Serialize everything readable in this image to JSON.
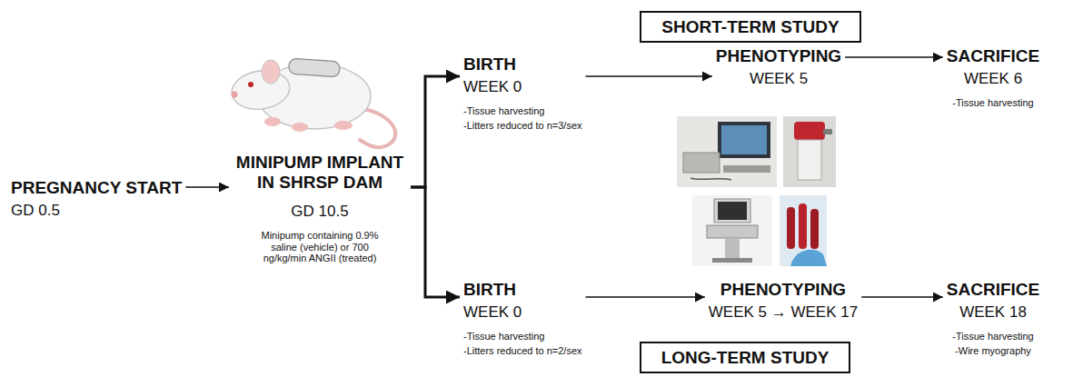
{
  "diagram": {
    "nodes": [
      {
        "text": [
          "PREGNANCY START",
          "GD 0.5"
        ]
      },
      {
        "text": [
          "MINIPUMP IMPLANT IN SHRSP DAM",
          "GD 10.5",
          "Minipump containing 0.9% saline (vehicle) or 700 ng/kg/min ANGII (treated)"
        ]
      },
      {
        "text": [
          "SHORT-TERM STUDY"
        ]
      },
      {
        "text": [
          "BIRTH",
          "WEEK 0",
          "-Tissue harvesting",
          "-Litters reduced to n=3/sex"
        ]
      },
      {
        "text": [
          "PHENOTYPING",
          "WEEK 5"
        ]
      },
      {
        "text": [
          "SACRIFICE",
          "WEEK 6",
          "-Tissue harvesting"
        ]
      },
      {
        "text": [
          "BIRTH",
          "WEEK 0",
          "-Tissue harvesting",
          "-Litters reduced to n=2/sex"
        ]
      },
      {
        "text": [
          "PHENOTYPING",
          "WEEK 5 → WEEK 17"
        ]
      },
      {
        "text": [
          "SACRIFICE",
          "WEEK 18",
          "-Tissue harvesting",
          "-Wire myography"
        ]
      },
      {
        "text": [
          "LONG-TERM STUDY"
        ]
      }
    ],
    "edges": [
      {
        "from": 0,
        "to": 1,
        "arrow": "to"
      },
      {
        "from": 1,
        "to": 3,
        "arrow": "to"
      },
      {
        "from": 1,
        "to": 6,
        "arrow": "to"
      },
      {
        "from": 3,
        "to": 4,
        "arrow": "to"
      },
      {
        "from": 4,
        "to": 5,
        "arrow": "to"
      },
      {
        "from": 6,
        "to": 7,
        "arrow": "to"
      },
      {
        "from": 7,
        "to": 8,
        "arrow": "to"
      }
    ]
  }
}
